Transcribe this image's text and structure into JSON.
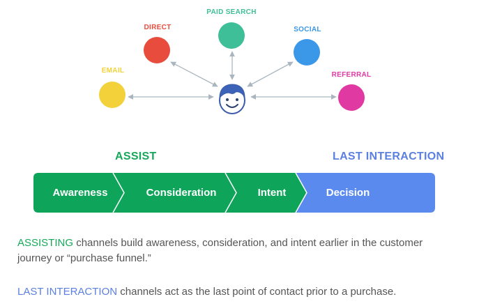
{
  "colors": {
    "assist_green": "#16a85a",
    "funnel_green": "#0ea55a",
    "last_blue": "#5b80e0",
    "decision_blue": "#5b8aee",
    "arrow_gray": "#a9b6bf",
    "text_gray": "#555555"
  },
  "channels": [
    {
      "id": "email",
      "label": "EMAIL",
      "color": "#f2d13a"
    },
    {
      "id": "direct",
      "label": "DIRECT",
      "color": "#e84c3d"
    },
    {
      "id": "paid",
      "label": "PAID SEARCH",
      "color": "#3fbf97"
    },
    {
      "id": "social",
      "label": "SOCIAL",
      "color": "#3b97e8"
    },
    {
      "id": "referral",
      "label": "REFERRAL",
      "color": "#e03aa2"
    }
  ],
  "customer_icon": "smiling-face-icon",
  "stages": {
    "assist_heading": "ASSIST",
    "last_heading": "LAST INTERACTION",
    "segments": [
      "Awareness",
      "Consideration",
      "Intent",
      "Decision"
    ]
  },
  "descriptions": {
    "assist_keyword": "ASSISTING",
    "assist_text_1": " channels build awareness, consideration, and intent earlier in the customer",
    "assist_text_2": "journey or “purchase funnel.”",
    "last_keyword": "LAST INTERACTION",
    "last_text": " channels act as the last point of contact prior to a purchase."
  }
}
